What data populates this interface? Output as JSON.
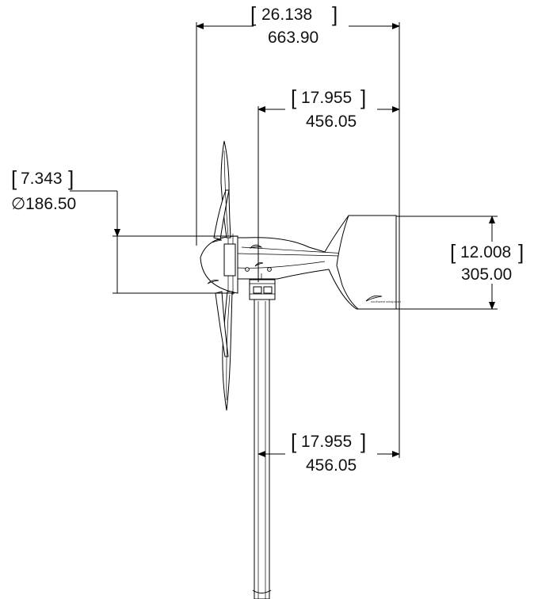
{
  "dimensions": {
    "overall_length": {
      "inches": "26.138",
      "mm": "663.90"
    },
    "rotor_to_tail_top": {
      "inches": "17.955",
      "mm": "456.05"
    },
    "hub_diameter": {
      "inches": "7.343",
      "mm": "186.50",
      "symbol": "∅"
    },
    "tail_height": {
      "inches": "12.008",
      "mm": "305.00"
    },
    "rotor_to_tail_bottom": {
      "inches": "17.955",
      "mm": "456.05"
    }
  },
  "brackets": {
    "open": "[",
    "close": "]"
  },
  "tail_logo_text": "southwest windpower"
}
